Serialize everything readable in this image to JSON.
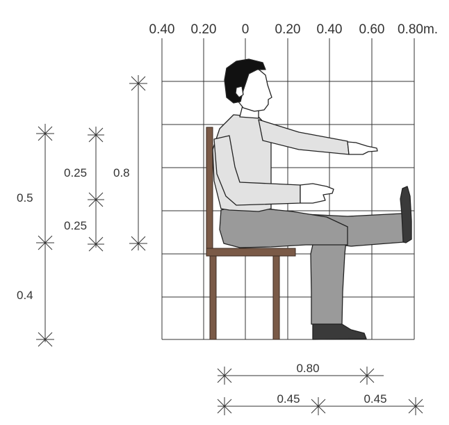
{
  "top_axis": {
    "labels": [
      "0.40",
      "0.20",
      "0",
      "0.20",
      "0.40",
      "0.60",
      "0.80m."
    ]
  },
  "dimensions": {
    "seat_height": "0.4",
    "seat_to_shoulder": "0.5",
    "upper_quarter": "0.25",
    "lower_quarter": "0.25",
    "seat_to_head": "0.8",
    "arm_reach": "0.80",
    "thigh_depth": "0.45",
    "leg_extension": "0.45"
  },
  "colors": {
    "chair_wood": "#7a5a47",
    "shirt": "#e2e2e2",
    "trousers": "#9a9a9a",
    "hair": "#111111",
    "shoe": "#3a3a3a",
    "skin": "#ffffff",
    "lines": "#333333"
  }
}
